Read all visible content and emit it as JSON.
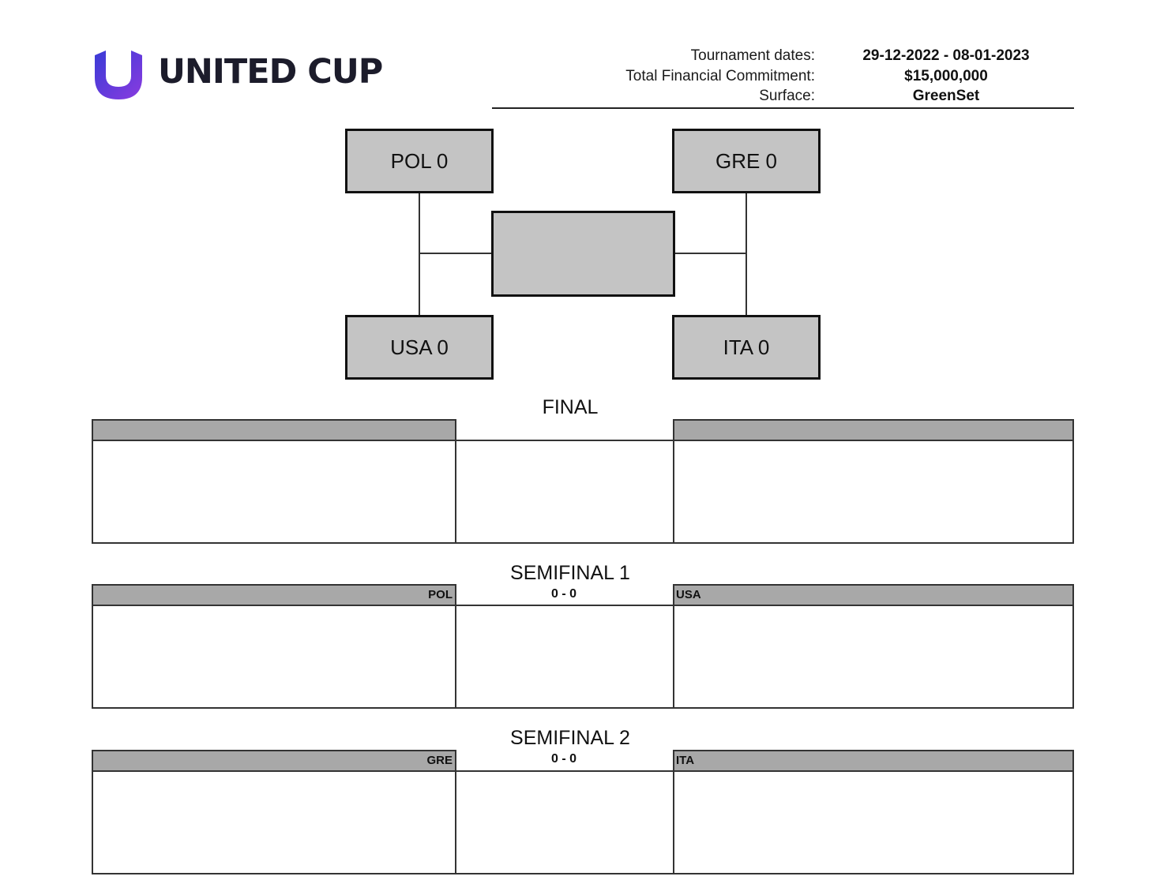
{
  "logo": {
    "icon": "united-cup-u-icon",
    "text": "UNITED CUP",
    "colors": {
      "gradient_start": "#3a3bd6",
      "gradient_end": "#8a3be0",
      "text": "#1c1c2b"
    }
  },
  "info": {
    "dates_label": "Tournament dates:",
    "dates_value": "29-12-2022 - 08-01-2023",
    "commitment_label": "Total Financial Commitment:",
    "commitment_value": "$15,000,000",
    "surface_label": "Surface:",
    "surface_value": "GreenSet"
  },
  "bracket": {
    "top_left": "POL 0",
    "top_right": "GRE 0",
    "bottom_left": "USA 0",
    "bottom_right": "ITA 0",
    "center": ""
  },
  "matches": {
    "final": {
      "title": "FINAL",
      "score": "",
      "left_team": "",
      "right_team": ""
    },
    "semifinal1": {
      "title": "SEMIFINAL 1",
      "score": "0 - 0",
      "left_team": "POL",
      "right_team": "USA"
    },
    "semifinal2": {
      "title": "SEMIFINAL 2",
      "score": "0 - 0",
      "left_team": "GRE",
      "right_team": "ITA"
    }
  },
  "colors": {
    "box_fill": "#c4c4c4",
    "header_fill": "#a8a8a8",
    "border": "#111111"
  }
}
